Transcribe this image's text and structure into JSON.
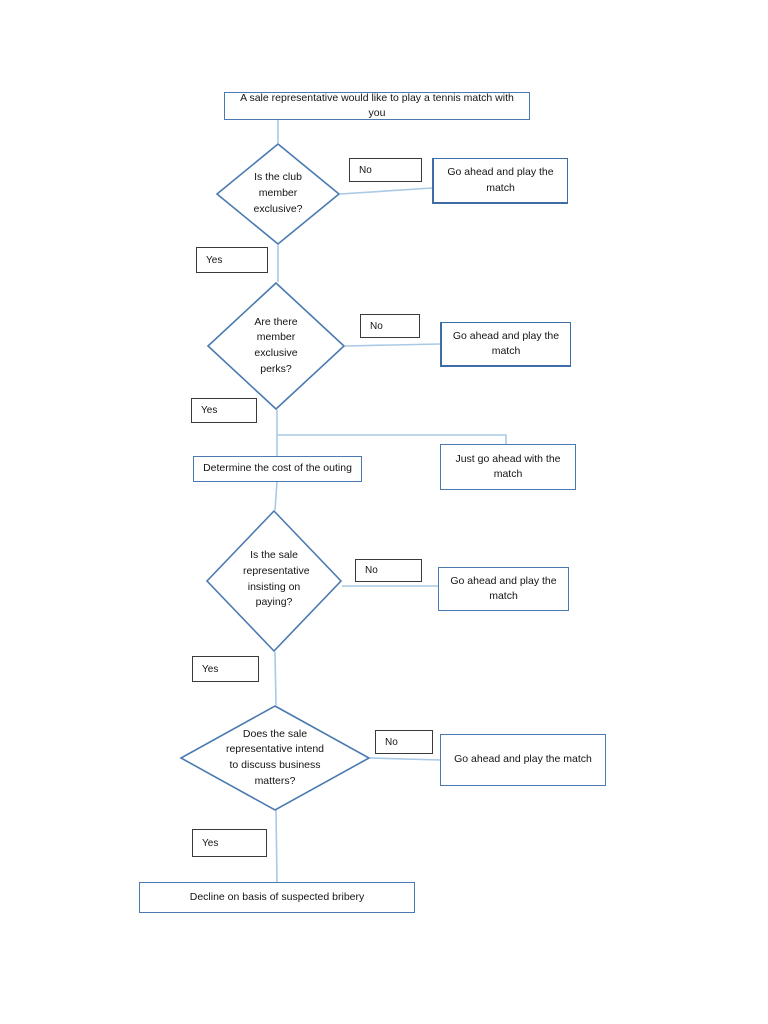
{
  "document": {
    "title": "Tennis match bribery decision flowchart",
    "colors": {
      "shape_border": "#4a7ab0",
      "shape_border_heavy": "#3c6ea5",
      "connector": "#a9c9e6",
      "label_border": "#3a3a3a",
      "text": "#141414",
      "background": "#ffffff"
    }
  },
  "flowchart": {
    "type": "flowchart",
    "start": {
      "id": "start",
      "shape": "process",
      "text": "A sale representative would like to play a tennis match with you"
    },
    "decisions": [
      {
        "id": "decision-club-member-exclusive",
        "shape": "diamond",
        "text": "Is the club member exclusive?",
        "lines": [
          "Is the club",
          "member",
          "exclusive?"
        ],
        "yes_label": "Yes",
        "no_label": "No",
        "no_target": "Go ahead and play the match"
      },
      {
        "id": "decision-member-exclusive-perks",
        "shape": "diamond",
        "text": "Are there member exclusive perks?",
        "lines": [
          "Are there",
          "member",
          "exclusive",
          "perks?"
        ],
        "yes_label": "Yes",
        "no_label": "No",
        "no_target": "Go ahead and play the match"
      },
      {
        "id": "decision-representative-insisting-on-paying",
        "shape": "diamond",
        "text": "Is the sale representative insisting on paying?",
        "lines": [
          "Is the sale",
          "representa",
          "tive",
          "insisting on",
          "paying?"
        ],
        "yes_label": "Yes",
        "no_label": "No",
        "no_target": "Go ahead and play the match"
      },
      {
        "id": "decision-discuss-business-matters",
        "shape": "diamond",
        "text": "Does the sale representative intend to discuss business matters?",
        "lines": [
          "Does the sale",
          "representative",
          "intend to discuss",
          "business matters?"
        ],
        "yes_label": "Yes",
        "no_label": "No",
        "no_target": "Go ahead and play the match"
      }
    ],
    "outcomes": [
      {
        "id": "outcome-1",
        "shape": "process",
        "text": "Go ahead and play the match"
      },
      {
        "id": "outcome-2",
        "shape": "process",
        "text": "Go ahead and play the match"
      },
      {
        "id": "outcome-3",
        "shape": "process",
        "text": "Just go ahead with the match"
      },
      {
        "id": "outcome-4",
        "shape": "process",
        "text": "Go ahead and play the match"
      },
      {
        "id": "outcome-5",
        "shape": "process",
        "text": "Go ahead and play the match"
      }
    ],
    "process": {
      "id": "process-determine-cost",
      "shape": "process",
      "text": "Determine the cost of the outing"
    },
    "end": {
      "id": "end-decline",
      "shape": "process",
      "text": "Decline on basis of suspected bribery"
    },
    "labels": {
      "yes": "Yes",
      "no": "No"
    }
  }
}
